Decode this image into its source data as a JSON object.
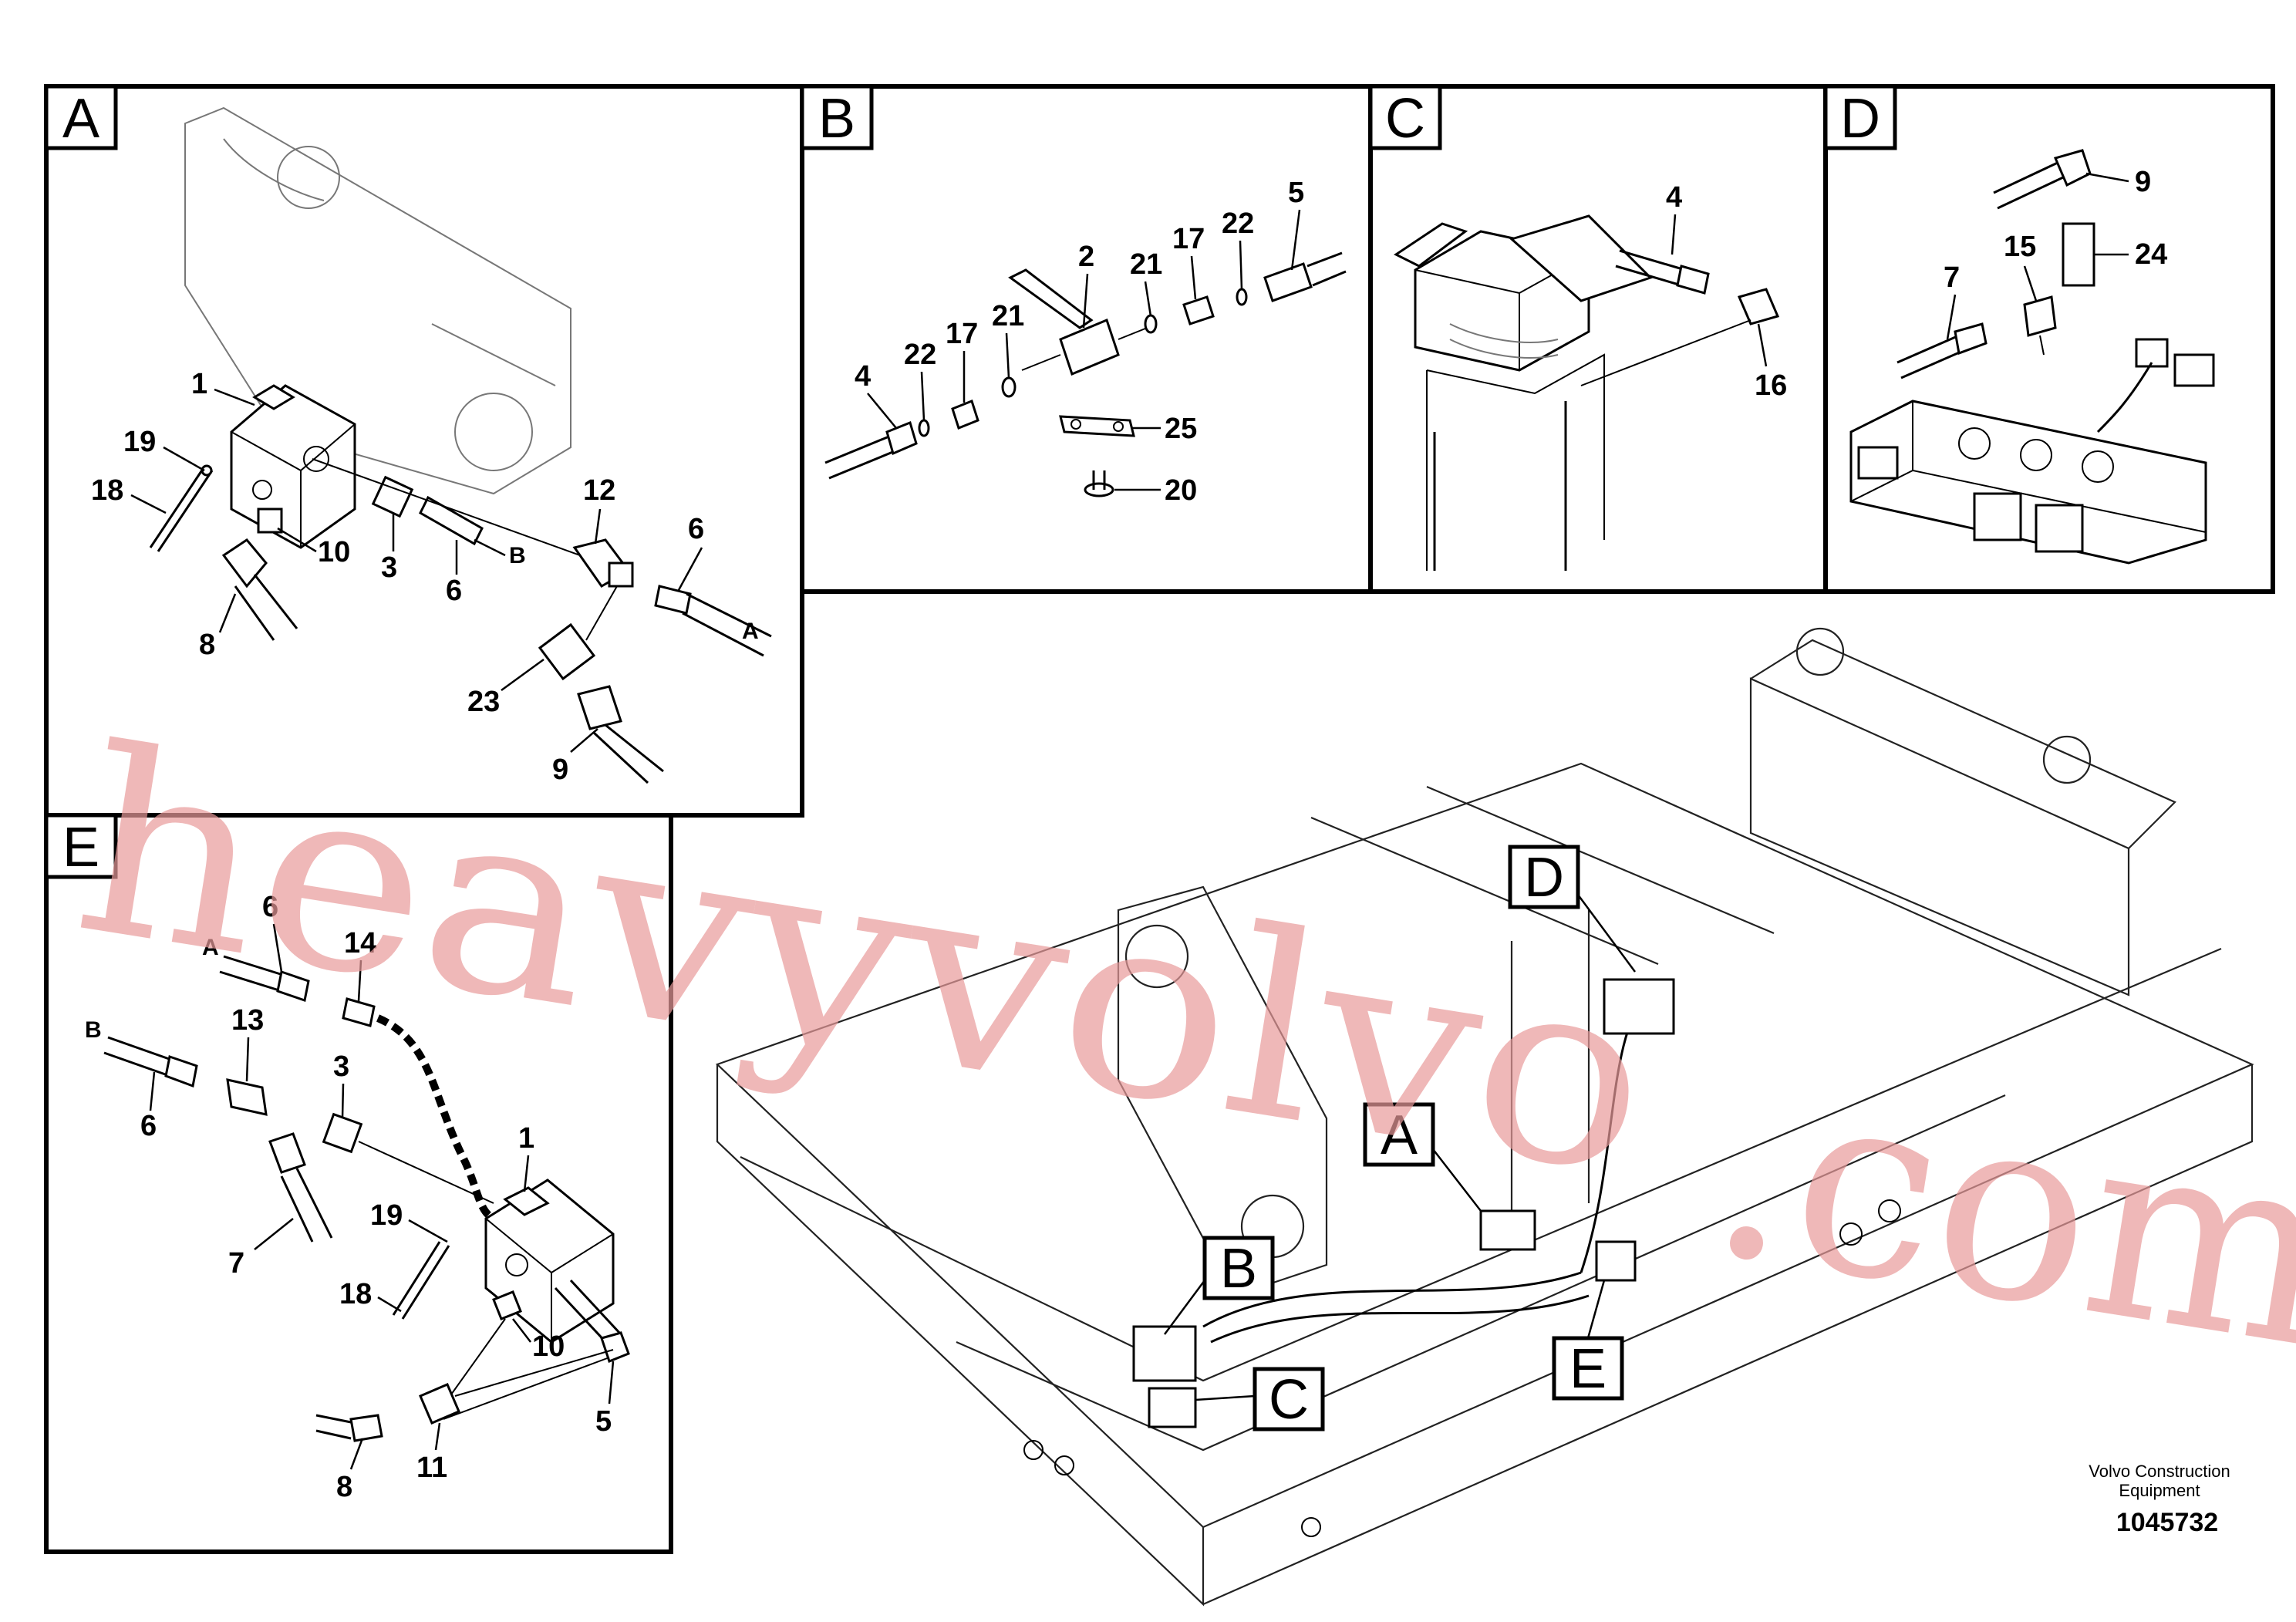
{
  "panels": {
    "A": {
      "tag": "A",
      "callouts": [
        "1",
        "19",
        "18",
        "10",
        "8",
        "3",
        "6",
        "B",
        "12",
        "6",
        "A",
        "23",
        "9"
      ]
    },
    "B": {
      "tag": "B",
      "callouts": [
        "2",
        "21",
        "17",
        "22",
        "5",
        "4",
        "22",
        "17",
        "21",
        "25",
        "20"
      ]
    },
    "C": {
      "tag": "C",
      "callouts": [
        "4",
        "16"
      ]
    },
    "D": {
      "tag": "D",
      "callouts": [
        "9",
        "15",
        "24",
        "7"
      ]
    },
    "E": {
      "tag": "E",
      "callouts": [
        "6",
        "A",
        "14",
        "B",
        "13",
        "6",
        "3",
        "1",
        "7",
        "19",
        "18",
        "10",
        "5",
        "11",
        "8"
      ]
    }
  },
  "overview": {
    "locator_tags": [
      "D",
      "A",
      "B",
      "C",
      "E"
    ]
  },
  "watermark": {
    "line1": "heavyvolvo",
    "line2": ".com"
  },
  "footer": {
    "brand_line1": "Volvo Construction",
    "brand_line2": "Equipment",
    "doc_number": "1045732"
  }
}
